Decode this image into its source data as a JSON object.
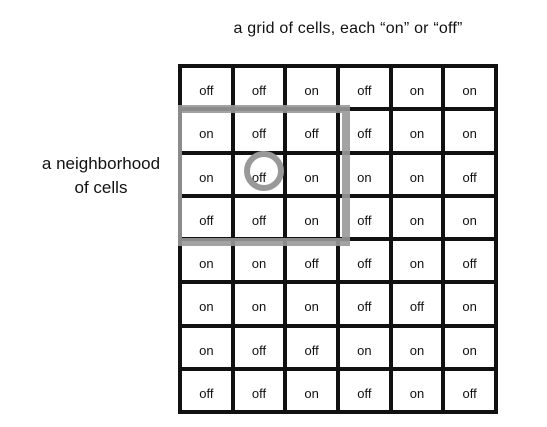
{
  "top_caption": "a grid of cells,  each “on” or “off”",
  "left_caption_line1": "a neighborhood",
  "left_caption_line2": "of cells",
  "highlight_color": "#999999",
  "grid": [
    [
      "off",
      "off",
      "on",
      "off",
      "on",
      "on"
    ],
    [
      "on",
      "off",
      "off",
      "off",
      "on",
      "on"
    ],
    [
      "on",
      "off",
      "on",
      "on",
      "on",
      "off"
    ],
    [
      "off",
      "off",
      "on",
      "off",
      "on",
      "on"
    ],
    [
      "on",
      "on",
      "off",
      "off",
      "on",
      "off"
    ],
    [
      "on",
      "on",
      "on",
      "off",
      "off",
      "on"
    ],
    [
      "on",
      "off",
      "off",
      "on",
      "on",
      "on"
    ],
    [
      "off",
      "off",
      "on",
      "off",
      "on",
      "off"
    ]
  ]
}
